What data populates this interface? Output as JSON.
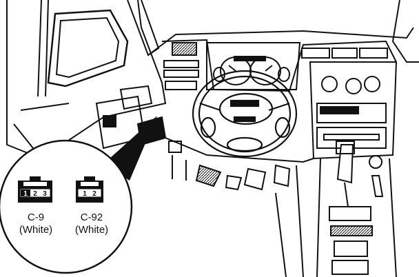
{
  "connectors": [
    {
      "id": "C-9",
      "color": "(White)",
      "pins": [
        "1",
        "2",
        "3"
      ]
    },
    {
      "id": "C-92",
      "color": "(White)",
      "pins": [
        "1",
        "2"
      ]
    }
  ]
}
